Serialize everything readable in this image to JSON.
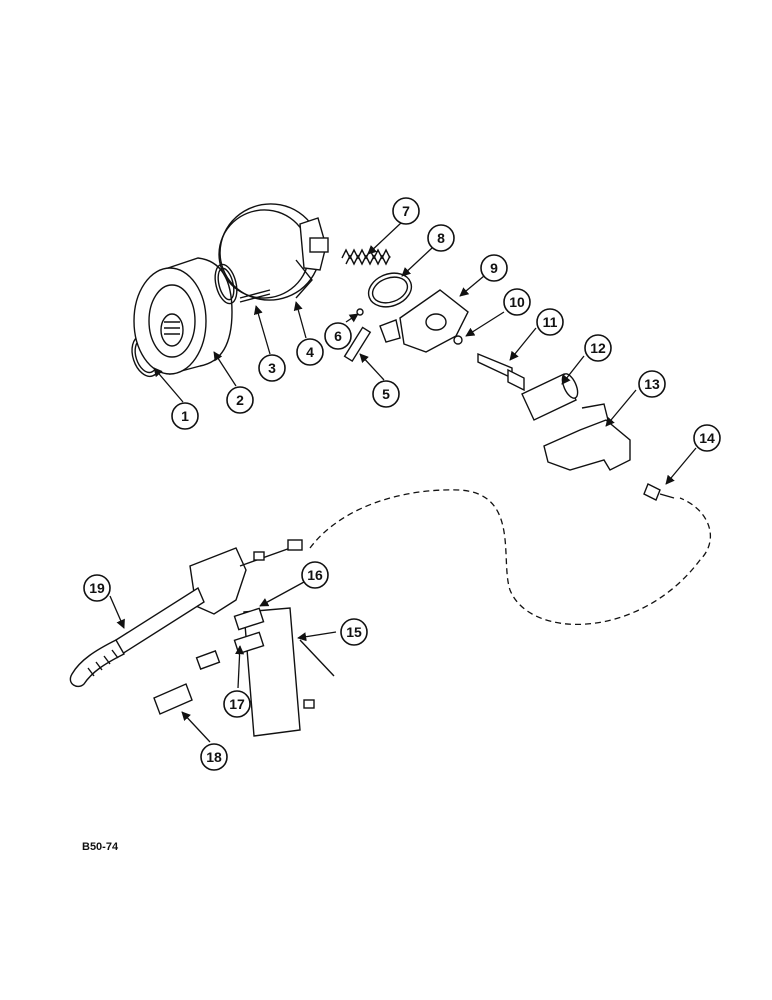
{
  "diagram_code": "B50-74",
  "colors": {
    "ink": "#111111",
    "paper": "#ffffff"
  },
  "callouts": [
    {
      "label": "1"
    },
    {
      "label": "2"
    },
    {
      "label": "3"
    },
    {
      "label": "4"
    },
    {
      "label": "5"
    },
    {
      "label": "6"
    },
    {
      "label": "7"
    },
    {
      "label": "8"
    },
    {
      "label": "9"
    },
    {
      "label": "10"
    },
    {
      "label": "11"
    },
    {
      "label": "12"
    },
    {
      "label": "13"
    },
    {
      "label": "14"
    },
    {
      "label": "15"
    },
    {
      "label": "16"
    },
    {
      "label": "17"
    },
    {
      "label": "18"
    },
    {
      "label": "19"
    }
  ]
}
